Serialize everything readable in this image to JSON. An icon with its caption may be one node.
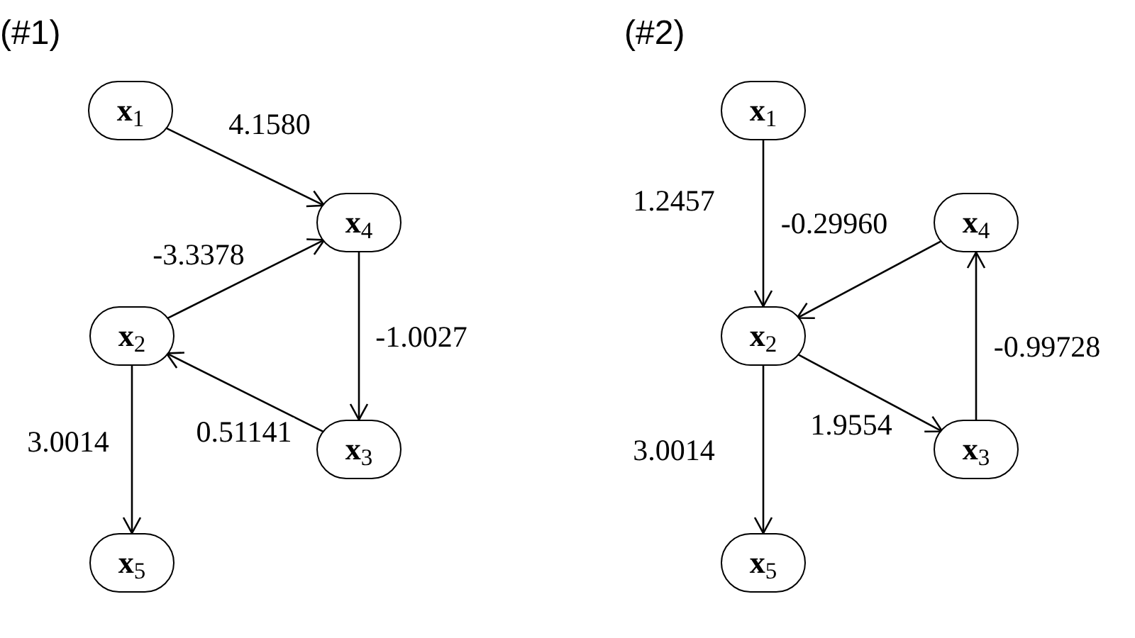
{
  "diagram": {
    "nodes": [
      {
        "text": [
          "**x**$_{1}$"
        ]
      },
      {
        "text": [
          "**x**$_{4}$"
        ]
      },
      {
        "text": [
          "**x**$_{2}$"
        ]
      },
      {
        "text": [
          "**x**$_{3}$"
        ]
      },
      {
        "text": [
          "**x**$_{5}$"
        ]
      },
      {
        "text": [
          "**x**$_{1}$"
        ]
      },
      {
        "text": [
          "**x**$_{4}$"
        ]
      },
      {
        "text": [
          "**x**$_{2}$"
        ]
      },
      {
        "text": [
          "**x**$_{3}$"
        ]
      },
      {
        "text": [
          "**x**$_{5}$"
        ]
      }
    ],
    "edges": [
      {
        "from": 0,
        "to": 1,
        "arrow": "to",
        "label": "4.1580"
      },
      {
        "from": 2,
        "to": 1,
        "arrow": "to",
        "label": "-3.3378"
      },
      {
        "from": 1,
        "to": 3,
        "arrow": "to",
        "label": "-1.0027"
      },
      {
        "from": 3,
        "to": 2,
        "arrow": "to",
        "label": "0.51141"
      },
      {
        "from": 2,
        "to": 4,
        "arrow": "to",
        "label": "3.0014"
      },
      {
        "from": 5,
        "to": 7,
        "arrow": "to",
        "label": "1.2457"
      },
      {
        "from": 6,
        "to": 7,
        "arrow": "to",
        "label": "-0.29960"
      },
      {
        "from": 7,
        "to": 8,
        "arrow": "to",
        "label": "1.9554"
      },
      {
        "from": 8,
        "to": 6,
        "arrow": "to",
        "label": "-0.99728"
      },
      {
        "from": 7,
        "to": 9,
        "arrow": "to",
        "label": "3.0014"
      }
    ],
    "labels": [
      "(#1)",
      "(#2)"
    ]
  }
}
